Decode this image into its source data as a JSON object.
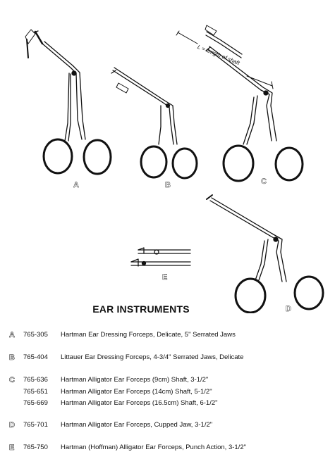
{
  "figures": {
    "a": "A",
    "b": "B",
    "c": "C",
    "d": "D",
    "e": "E",
    "shaft_label": "L = length of shaft"
  },
  "title": "EAR INSTRUMENTS",
  "catalog": [
    {
      "letter": "A",
      "code": "765-305",
      "desc": "Hartman Ear Dressing Forceps, Delicate, 5\" Serrated Jaws"
    },
    {
      "letter": "B",
      "code": "765-404",
      "desc": "Littauer Ear Dressing Forceps, 4-3/4\" Serrated Jaws, Delicate"
    },
    {
      "letter": "C",
      "code": "765-636",
      "desc": "Hartman Alligator Ear Forceps (9cm) Shaft, 3-1/2\""
    },
    {
      "letter": "",
      "code": "765-651",
      "desc": "Hartman Alligator Ear Forceps (14cm) Shaft, 5-1/2\""
    },
    {
      "letter": "",
      "code": "765-669",
      "desc": "Hartman Alligator Ear Forceps (16.5cm) Shaft, 6-1/2\""
    },
    {
      "letter": "D",
      "code": "765-701",
      "desc": "Hartman Alligator Ear Forceps, Cupped Jaw, 3-1/2\""
    },
    {
      "letter": "E",
      "code": "765-750",
      "desc": "Hartman (Hoffman) Alligator Ear Forceps, Punch Action, 3-1/2\""
    }
  ]
}
